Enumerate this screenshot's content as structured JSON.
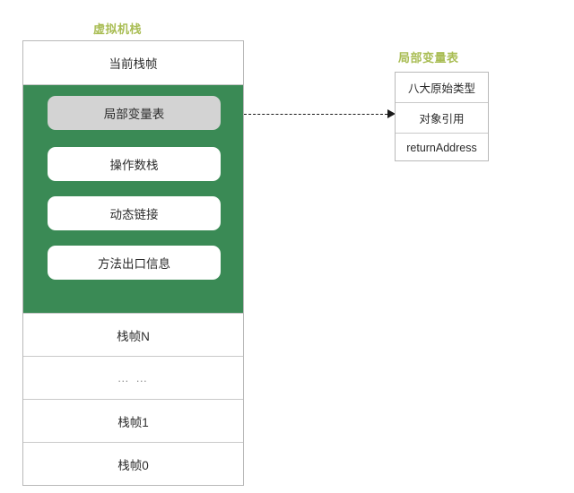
{
  "diagram": {
    "type": "jvm-stack-structure",
    "background": "#ffffff",
    "accent_caption_color": "#a9bd54",
    "panel_green": "#3a8a55",
    "highlight_gray": "#d3d3d3",
    "border_gray": "#b9b9b9"
  },
  "vm_stack": {
    "caption": "虚拟机栈",
    "current_frame_label": "当前栈帧",
    "frame_parts": [
      {
        "label": "局部变量表",
        "highlighted": true
      },
      {
        "label": "操作数栈",
        "highlighted": false
      },
      {
        "label": "动态链接",
        "highlighted": false
      },
      {
        "label": "方法出口信息",
        "highlighted": false
      }
    ],
    "stack_rows": [
      {
        "label": "栈帧N"
      },
      {
        "label": "… …"
      },
      {
        "label": "栈帧1"
      },
      {
        "label": "栈帧0"
      }
    ]
  },
  "connector": {
    "style": "dashed-arrow",
    "from": "局部变量表",
    "to": "对象引用"
  },
  "local_variable_table": {
    "caption": "局部变量表",
    "rows": [
      {
        "label": "八大原始类型"
      },
      {
        "label": "对象引用"
      },
      {
        "label": "returnAddress"
      }
    ]
  }
}
